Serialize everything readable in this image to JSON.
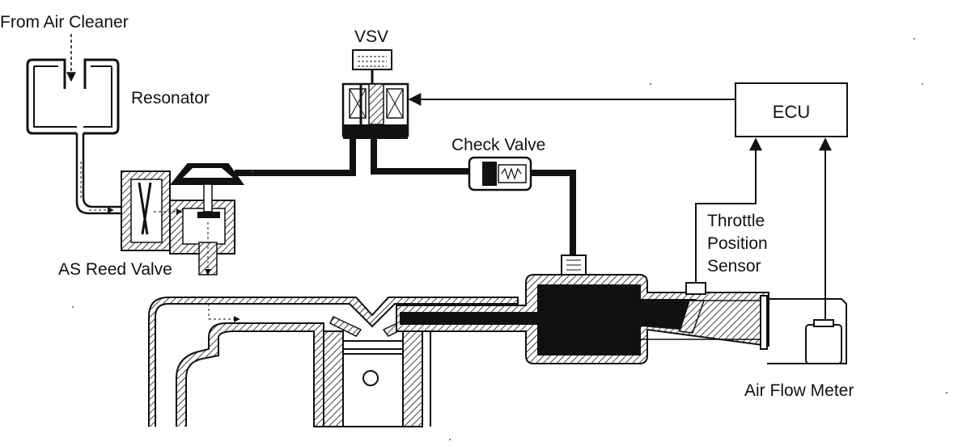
{
  "labels": {
    "from_air_cleaner": "From Air Cleaner",
    "resonator": "Resonator",
    "vsv": "VSV",
    "ecu": "ECU",
    "check_valve": "Check Valve",
    "throttle_line1": "Throttle",
    "throttle_line2": "Position",
    "throttle_line3": "Sensor",
    "as_reed_valve": "AS Reed Valve",
    "air_flow_meter": "Air Flow Meter"
  },
  "colors": {
    "ink": "#111111",
    "background": "#ffffff"
  }
}
